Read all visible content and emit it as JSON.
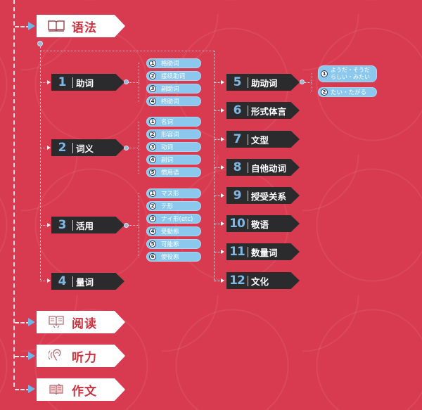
{
  "colors": {
    "background": "#d83a50",
    "banner": "#ffffff",
    "banner_text": "#c8323e",
    "tag_bg": "#2b2b2d",
    "tag_number": "#7db8e6",
    "pill_bg": "#8cc8ee",
    "arrow": "#6ab7e8"
  },
  "banners": [
    {
      "id": "grammar",
      "label": "语法",
      "icon": "book-icon"
    },
    {
      "id": "reading",
      "label": "阅读",
      "icon": "open-book-icon"
    },
    {
      "id": "listening",
      "label": "听力",
      "icon": "ear-icon"
    },
    {
      "id": "writing",
      "label": "作文",
      "icon": "writing-book-icon"
    }
  ],
  "grammar": {
    "topics": [
      {
        "num": "1",
        "label": "助词",
        "items": [
          {
            "n": "1",
            "label": "格助词"
          },
          {
            "n": "2",
            "label": "接续助词"
          },
          {
            "n": "3",
            "label": "副助词"
          },
          {
            "n": "4",
            "label": "终助词"
          }
        ]
      },
      {
        "num": "2",
        "label": "词义",
        "items": [
          {
            "n": "1",
            "label": "名词"
          },
          {
            "n": "2",
            "label": "形容词"
          },
          {
            "n": "3",
            "label": "动词"
          },
          {
            "n": "4",
            "label": "副词"
          },
          {
            "n": "5",
            "label": "惯用语"
          }
        ]
      },
      {
        "num": "3",
        "label": "活用",
        "items": [
          {
            "n": "1",
            "label": "マス形"
          },
          {
            "n": "2",
            "label": "テ形"
          },
          {
            "n": "3",
            "label": "ナイ形(etc)"
          },
          {
            "n": "4",
            "label": "受動態"
          },
          {
            "n": "5",
            "label": "可能態"
          },
          {
            "n": "6",
            "label": "使役態"
          }
        ]
      },
      {
        "num": "4",
        "label": "量词",
        "items": []
      },
      {
        "num": "5",
        "label": "助动词",
        "items": [
          {
            "n": "1",
            "label_line1": "ようだ・そうだ",
            "label_line2": "らしい・みたい"
          },
          {
            "n": "2",
            "label": "たい・たがる"
          }
        ]
      },
      {
        "num": "6",
        "label": "形式体言",
        "items": []
      },
      {
        "num": "7",
        "label": "文型",
        "items": []
      },
      {
        "num": "8",
        "label": "自他动词",
        "items": []
      },
      {
        "num": "9",
        "label": "授受关系",
        "items": []
      },
      {
        "num": "10",
        "label": "敬语",
        "items": []
      },
      {
        "num": "11",
        "label": "数量词",
        "items": []
      },
      {
        "num": "12",
        "label": "文化",
        "items": []
      }
    ]
  }
}
